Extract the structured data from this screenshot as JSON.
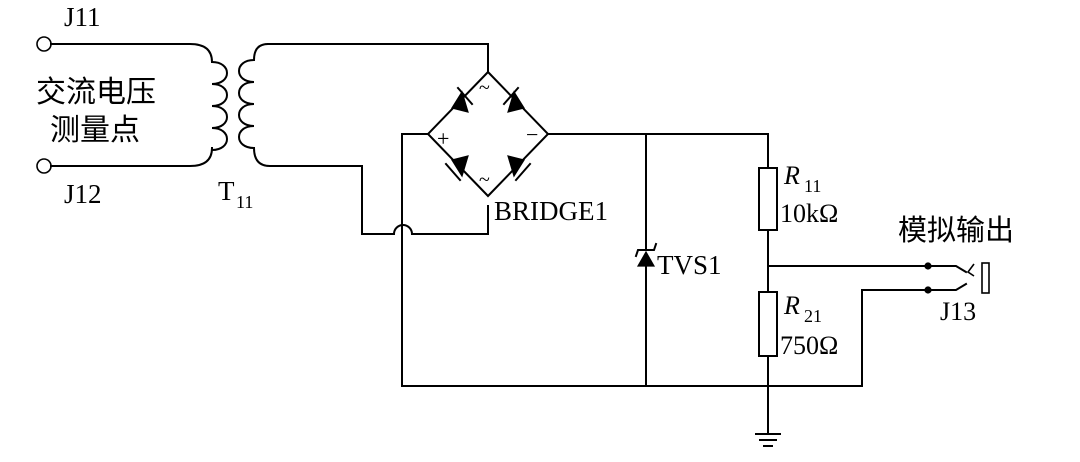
{
  "labels": {
    "j11": "J11",
    "j12": "J12",
    "ac_measure_line1": "交流电压",
    "ac_measure_line2": "测量点",
    "transformer_main": "T",
    "transformer_sub": "11",
    "bridge": "BRIDGE1",
    "bridge_plus": "+",
    "bridge_minus": "−",
    "bridge_ac": "~",
    "tvs": "TVS1",
    "r11_main": "R",
    "r11_sub": "11",
    "r11_value": "10kΩ",
    "r21_main": "R",
    "r21_sub": "21",
    "r21_value": "750Ω",
    "analog_output": "模拟输出",
    "j13": "J13"
  }
}
